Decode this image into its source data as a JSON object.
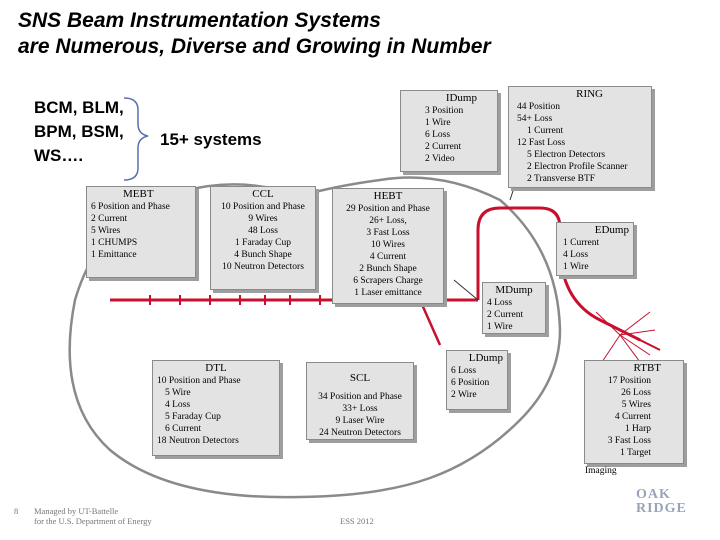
{
  "title": {
    "line1": "SNS Beam Instrumentation Systems",
    "line2": "are Numerous, Diverse and Growing in Number"
  },
  "left_list": [
    "BCM, BLM,",
    "BPM, BSM,",
    "WS…."
  ],
  "systems_label": "15+ systems",
  "boxes": {
    "mebt": {
      "head": "MEBT",
      "lines": [
        "6 Position and Phase",
        "2 Current",
        "5 Wires",
        "1 CHUMPS",
        "1 Emittance"
      ]
    },
    "ccl": {
      "head": "CCL",
      "lines": [
        "10 Position and Phase",
        "9 Wires",
        "48 Loss",
        "1 Faraday Cup",
        "4 Bunch Shape",
        "10 Neutron Detectors"
      ]
    },
    "hebt": {
      "head": "HEBT",
      "lines": [
        "29 Position and Phase",
        "26+ Loss,",
        "3 Fast Loss",
        "10 Wires",
        "4 Current",
        "2 Bunch Shape",
        "6 Scrapers Charge",
        "1 Laser emittance"
      ]
    },
    "idump": {
      "head": "IDump",
      "lines": [
        "3 Position",
        "1 Wire",
        "6 Loss",
        "2 Current",
        "2 Video"
      ]
    },
    "ring": {
      "head": "RING",
      "lines": [
        "44 Position",
        "54+ Loss",
        "1 Current",
        "12 Fast Loss",
        "5 Electron Detectors",
        "2 Electron Profile Scanner",
        "2 Transverse BTF"
      ]
    },
    "edump": {
      "head": "EDump",
      "lines": [
        "1 Current",
        "4 Loss",
        "1 Wire"
      ]
    },
    "mdump": {
      "head": "MDump",
      "lines": [
        "4 Loss",
        "2 Current",
        "1 Wire"
      ]
    },
    "dtl": {
      "head": "DTL",
      "lines": [
        "10 Position and Phase",
        "5 Wire",
        "4 Loss",
        "5 Faraday Cup",
        "6 Current",
        "18 Neutron Detectors"
      ]
    },
    "scl": {
      "head": "SCL",
      "lines": [
        "34 Position and Phase",
        "33+ Loss",
        "9 Laser Wire",
        "24 Neutron Detectors"
      ]
    },
    "ldump": {
      "head": "LDump",
      "lines": [
        "6 Loss",
        "6 Position",
        "2 Wire"
      ]
    },
    "rtbt": {
      "head": "RTBT",
      "lines": [
        "17 Position",
        "26 Loss",
        "5 Wires",
        "4 Current",
        "1 Harp",
        "3 Fast Loss",
        "1 Target",
        "Imaging"
      ]
    }
  },
  "footer": {
    "page": "8",
    "managed_line1": "Managed by UT-Battelle",
    "managed_line2": "for the U.S. Department of Energy",
    "center": "ESS 2012",
    "logo_line1": "OAK",
    "logo_line2": "RIDGE"
  },
  "colors": {
    "beamline": "#c8102e",
    "box_fill": "#e3e3e3",
    "outline": "#777777"
  }
}
